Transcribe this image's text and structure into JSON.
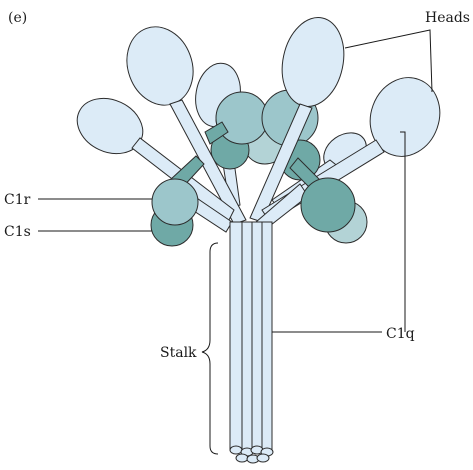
{
  "panel_label": "(e)",
  "labels": {
    "heads": "Heads",
    "c1r": "C1r",
    "c1s": "C1s",
    "stalk": "Stalk",
    "c1q": "C1q"
  },
  "colors": {
    "head_fill": "#dcebf7",
    "c1r_fill": "#9cc6cb",
    "c1s_fill": "#6fa9a6",
    "outline": "#2c2c2c"
  }
}
